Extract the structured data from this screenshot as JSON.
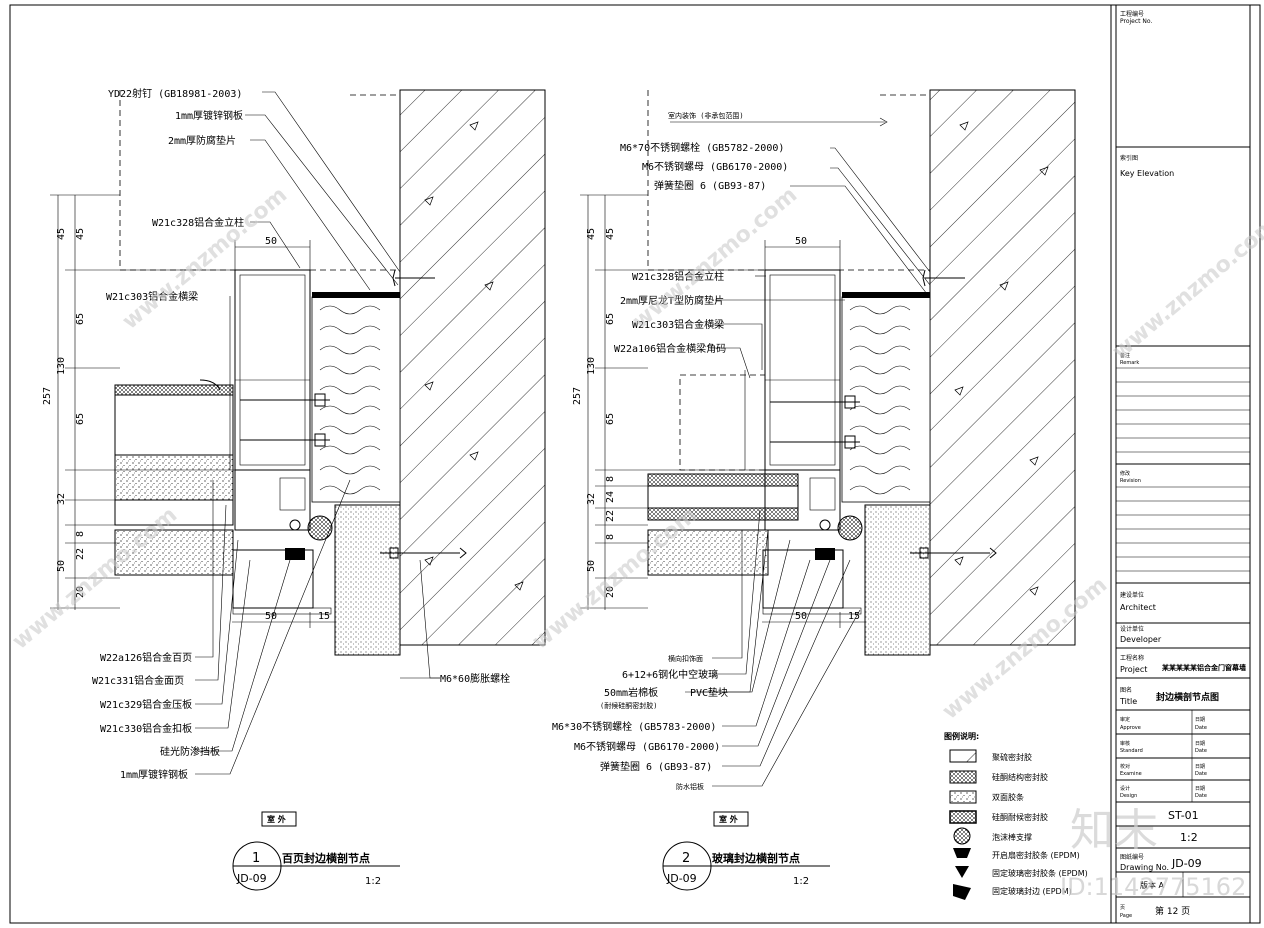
{
  "title_block": {
    "project_no_label": "工程编号",
    "project_no_en": "Project No.",
    "key_elev_label": "索引图",
    "key_elev_en": "Key Elevation",
    "remark_label": "备注",
    "remark_en": "Remark",
    "revision_label": "修改",
    "revision_en": "Revision",
    "architect_label": "建设单位",
    "architect_en": "Architect",
    "developer_label": "设计单位",
    "developer_en": "Developer",
    "project_label": "工程名称",
    "project_en": "Project",
    "project_value": "某某某某某铝合金门窗幕墙",
    "title_label": "图名",
    "title_en": "Title",
    "title_value": "封边横剖节点图",
    "approve_label": "审定",
    "approve_en": "Approve",
    "date_label": "日期",
    "date_en": "Date",
    "standard_label": "审核",
    "standard_en": "Standard",
    "examine_label": "校对",
    "examine_en": "Examine",
    "design_label": "设计",
    "design_en": "Design",
    "scale_no": "ST-01",
    "scale": "1:2",
    "drawing_no_label": "图纸编号",
    "drawing_no_en": "Drawing No.",
    "drawing_no": "JD-09",
    "version_label": "版本 A",
    "page_label": "页",
    "page_en": "Page",
    "page_value": "第 12 页"
  },
  "left_detail": {
    "labels_top": [
      "YD22射钉   (GB18981-2003)",
      "1mm厚镀锌钢板",
      "2mm厚防腐垫片",
      "W21c328铝合金立柱",
      "W21c303铝合金横梁"
    ],
    "labels_bottom": [
      "W22a126铝合金百页",
      "W21c331铝合金面页",
      "W21c329铝合金压板",
      "W21c330铝合金扣板",
      "硅光防渗挡板",
      "1mm厚镀锌钢板"
    ],
    "anchor_label": "M6*60膨胀螺栓",
    "dims_vertical": [
      "45",
      "45",
      "65",
      "130",
      "65",
      "257",
      "32",
      "8",
      "22",
      "50",
      "20"
    ],
    "dims_horizontal": [
      "50",
      "50",
      "15"
    ],
    "interior_label": "室  外",
    "detail_no": "1",
    "detail_ref": "JD-09",
    "detail_title": "百页封边横剖节点",
    "detail_scale": "1:2"
  },
  "right_detail": {
    "labels_top": [
      "室内装饰 (非承包范围)",
      "M6*70不锈钢螺栓   (GB5782-2000)",
      "M6不锈钢螺母      (GB6170-2000)",
      "弹簧垫圈   6 (GB93-87)",
      "W21c328铝合金立柱",
      "2mm厚尼龙T型防腐垫片",
      "W21c303铝合金横梁",
      "W22a106铝合金横梁角码"
    ],
    "labels_bottom": [
      "横向扣饰面",
      "6+12+6钢化中空玻璃",
      "50mm岩棉板",
      "(耐候硅酮密封胶)",
      "PVC垫块",
      "M6*30不锈钢螺栓 (GB5783-2000)",
      "M6不锈钢螺母   (GB6170-2000)",
      "弹簧垫圈    6 (GB93-87)",
      "防水铝板"
    ],
    "dims_vertical": [
      "45",
      "45",
      "65",
      "130",
      "65",
      "257",
      "8",
      "24",
      "32",
      "22",
      "8",
      "50",
      "20"
    ],
    "dims_horizontal": [
      "50",
      "50",
      "15"
    ],
    "interior_label": "室  外",
    "detail_no": "2",
    "detail_ref": "JD-09",
    "detail_title": "玻璃封边横剖节点",
    "detail_scale": "1:2"
  },
  "legend": {
    "title": "图例说明:",
    "items": [
      "聚硫密封胶",
      "硅酮结构密封胶",
      "双面胶条",
      "硅酮耐候密封胶",
      "泡沫棒支撑",
      "开启扇密封胶条  (EPDM)",
      "固定玻璃密封胶条  (EPDM)",
      "固定玻璃封边 (EPDM)"
    ]
  },
  "watermark": {
    "site": "www.znzmo.com",
    "brand": "知末",
    "id_text": "ID:1142775162"
  }
}
